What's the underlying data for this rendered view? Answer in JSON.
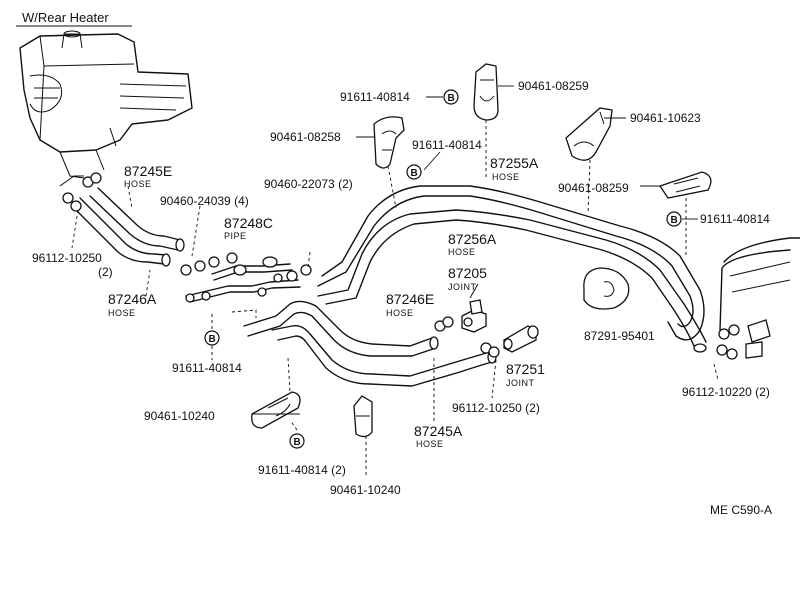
{
  "header": {
    "title": "W/Rear Heater"
  },
  "footer": {
    "code": "ME  C590-A"
  },
  "callouts": {
    "b_symbol": "B",
    "p91611_40814_a": "91611-40814",
    "p90461_08259_a": "90461-08259",
    "p90461_08258": "90461-08258",
    "p91611_40814_b": "91611-40814",
    "p90461_10623": "90461-10623",
    "p87255A": "87255A",
    "p87255A_type": "HOSE",
    "p87245E": "87245E",
    "p87245E_type": "HOSE",
    "p90460_22073": "90460-22073 (2)",
    "p90461_08259_b": "90461-08259",
    "p90460_24039": "90460-24039 (4)",
    "p87248C": "87248C",
    "p87248C_type": "PIPE",
    "p91611_40814_c": "91611-40814",
    "p87256A": "87256A",
    "p87256A_type": "HOSE",
    "p96112_10250_a": "96112-10250",
    "p96112_10250_a_qty": "(2)",
    "p87205": "87205",
    "p87205_type": "JOINT",
    "p87246A": "87246A",
    "p87246A_type": "HOSE",
    "p87246E": "87246E",
    "p87246E_type": "HOSE",
    "p87291_95401": "87291-95401",
    "p91611_40814_d": "91611-40814",
    "p87251": "87251",
    "p87251_type": "JOINT",
    "p96112_10250_b": "96112-10250 (2)",
    "p96112_10220": "96112-10220 (2)",
    "p90461_10240_a": "90461-10240",
    "p87245A": "87245A",
    "p87245A_type": "HOSE",
    "p91611_40814_e": "91611-40814 (2)",
    "p90461_10240_b": "90461-10240"
  }
}
